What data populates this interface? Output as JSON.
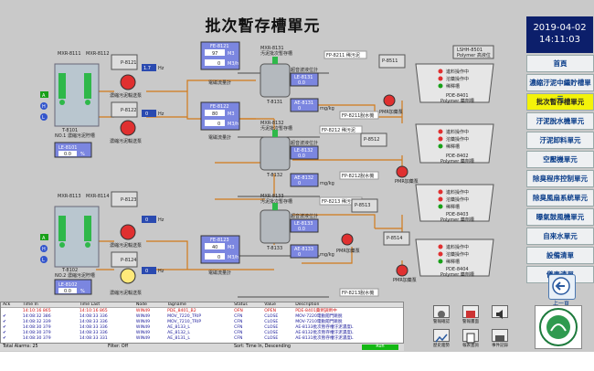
{
  "title": "批次暫存槽單元",
  "clock": {
    "date": "2019-04-02",
    "time": "14:11:03"
  },
  "nav": [
    {
      "label": "首頁",
      "active": false
    },
    {
      "label": "濃縮汙泥中繼貯槽單元",
      "active": false
    },
    {
      "label": "批次暫存槽單元",
      "active": true
    },
    {
      "label": "汙泥脫水機單元",
      "active": false
    },
    {
      "label": "汙泥卸料單元",
      "active": false
    },
    {
      "label": "空壓機單元",
      "active": false
    },
    {
      "label": "除臭程序控制單元",
      "active": false
    },
    {
      "label": "除臭風扇系統單元",
      "active": false
    },
    {
      "label": "曝氣鼓風機單元",
      "active": false
    },
    {
      "label": "自來水單元",
      "active": false
    },
    {
      "label": "設備清單",
      "active": false
    },
    {
      "label": "儀表清單",
      "active": false
    }
  ],
  "back_label": "上一頁",
  "process": {
    "top_tanks": {
      "t1": "MXR-8111",
      "t2": "MXR-8112",
      "tank": "T-8101",
      "name": "NO.1 濃縮污泥貯槽",
      "level_tag": "LE-8101",
      "level": "0.0",
      "level_unit": "%"
    },
    "bot_tanks": {
      "t1": "MXR-8113",
      "t2": "MXR-8114",
      "tank": "T-8102",
      "name": "NO.2 濃縮污泥貯槽",
      "level_tag": "LE-8102",
      "level": "0.0",
      "level_unit": "%"
    },
    "pumps": [
      {
        "tag": "P-8121",
        "name": "濃縮污泥輸送泵",
        "speed": "1.7",
        "unit": "Hz"
      },
      {
        "tag": "P-8122",
        "name": "濃縮污泥輸送泵",
        "speed": "0",
        "unit": "Hz"
      },
      {
        "tag": "P-8123",
        "name": "濃縮污泥輸送泵",
        "speed": "0",
        "unit": "Hz"
      },
      {
        "tag": "P-8124",
        "name": "濃縮污泥輸送泵",
        "speed": "0",
        "unit": "Hz"
      }
    ],
    "flows": [
      {
        "tag": "FE-8121",
        "value": "97",
        "unit": "M3",
        "rate": "0",
        "rate_unit": "M3/h"
      },
      {
        "tag": "FE-8122",
        "value": "80",
        "unit": "M3",
        "rate": "0",
        "rate_unit": "M3/h"
      },
      {
        "tag": "FE-8123",
        "value": "40",
        "unit": "M3",
        "rate": "0",
        "rate_unit": "M3/h"
      }
    ],
    "meter_label": "電磁流量計",
    "mixers": [
      {
        "tag": "MXR-8131",
        "tank": "T-8131",
        "name": "汚泥批次暫存槽",
        "temp_tag": "LE-8131",
        "temp": "0.0",
        "ph_tag": "AE-8131",
        "ph": "0",
        "ph_unit": "mg/kg"
      },
      {
        "tag": "MXR-8132",
        "tank": "T-8132",
        "name": "汚泥批次暫存槽",
        "temp_tag": "LE-8132",
        "temp": "0.0",
        "ph_tag": "AE-8132",
        "ph": "0",
        "ph_unit": "mg/kg"
      },
      {
        "tag": "MXR-8133",
        "tank": "T-8133",
        "name": "汚泥批次暫存槽",
        "temp_tag": "LE-8133",
        "temp": "0.0",
        "ph_tag": "AE-8133",
        "ph": "0",
        "ph_unit": "mg/kg"
      }
    ],
    "level_meter": "超音波液位計",
    "fp_in": [
      "FP-8211 稀污泥",
      "FP-8212 稀污泥",
      "FP-8213 稀污泥"
    ],
    "fp_out": [
      "FP-8211脫水機",
      "FP-8212脫水機",
      "FP-8213脫水機"
    ],
    "lshh": {
      "tag": "LSHH-8501",
      "name": "Polymer 高液位"
    },
    "pmr": [
      {
        "tag": "P-8511",
        "name": "PMR加藥泵"
      },
      {
        "tag": "P-8512",
        "name": "PMR加藥泵"
      },
      {
        "tag": "P-8513",
        "name": "PMR加藥泵"
      },
      {
        "tag": "P-8514",
        "name": "PMR加藥泵"
      }
    ],
    "pde": [
      {
        "tag": "PDE-8401",
        "sub": "Polymer 藥劑槽"
      },
      {
        "tag": "PDE-8402",
        "sub": "Polymer 藥劑槽"
      },
      {
        "tag": "PDE-8403",
        "sub": "Polymer 藥劑槽"
      },
      {
        "tag": "PDE-8404",
        "sub": "Polymer 藥劑槽"
      }
    ],
    "pde_status": [
      "進料操作中",
      "溶藥操作中",
      "稀釋槽"
    ],
    "mode_a": "A",
    "mode_h": "H",
    "mode_l": "L"
  },
  "alarm": {
    "headers": [
      "Ack",
      "Time In",
      "Time Last",
      "Node",
      "Tagname",
      "Status",
      "Value",
      "Description"
    ],
    "rows": [
      {
        "ack": "",
        "tin": "14:10:16 865",
        "tlast": "14:10:16 865",
        "node": "WIN49",
        "tag": "PDE_8401_B2",
        "status": "OFN",
        "value": "OPEN",
        "desc": "PDE-8401藥劑調劑中",
        "color": "#d01010"
      },
      {
        "ack": "✔",
        "tin": "14:08:32 386",
        "tlast": "14:08:33 336",
        "node": "WIN49",
        "tag": "MOV_7220_TRIP",
        "status": "CFN",
        "value": "CLOSE",
        "desc": "MOV-7220電動閥門跳脫",
        "color": "#1a1a9a"
      },
      {
        "ack": "✔",
        "tin": "14:08:32 339",
        "tlast": "14:08:33 336",
        "node": "WIN49",
        "tag": "MOV_7210_TRIP",
        "status": "CFN",
        "value": "CLOSE",
        "desc": "MOV-7210電動閥門跳脫",
        "color": "#1a1a9a"
      },
      {
        "ack": "✔",
        "tin": "14:08:30 379",
        "tlast": "14:08:33 336",
        "node": "WIN49",
        "tag": "AE_8133_L",
        "status": "CFN",
        "value": "CLOSE",
        "desc": "AE-8133批次暫存槽汙泥濃度L",
        "color": "#1a1a9a"
      },
      {
        "ack": "✔",
        "tin": "14:08:30 379",
        "tlast": "14:08:33 336",
        "node": "WIN49",
        "tag": "AE_8132_L",
        "status": "CFN",
        "value": "CLOSE",
        "desc": "AE-8132批次暫存槽汙泥濃度L",
        "color": "#1a1a9a"
      },
      {
        "ack": "✔",
        "tin": "14:08:30 379",
        "tlast": "14:08:33 331",
        "node": "WIN49",
        "tag": "AE_8131_L",
        "status": "CFN",
        "value": "CLOSE",
        "desc": "AE-8131批次暫存槽汙泥濃度L",
        "color": "#1a1a9a"
      }
    ]
  },
  "statusbar": {
    "total": "Total Alarms: 25",
    "filter": "Filter: Off",
    "sort": "Sort: Time In, Descending",
    "run": "Run"
  },
  "tools": [
    {
      "label": "警報確認",
      "icon": "alarm-ack-icon"
    },
    {
      "label": "警報畫面",
      "icon": "alarm-screen-icon"
    },
    {
      "label": "警報靜音",
      "icon": "alarm-mute-icon"
    },
    {
      "label": "歷史趨勢",
      "icon": "history-trend-icon"
    },
    {
      "label": "報表查詢",
      "icon": "report-icon"
    },
    {
      "label": "事件記錄",
      "icon": "event-log-icon"
    }
  ],
  "logo_name": "agency-seal-icon"
}
